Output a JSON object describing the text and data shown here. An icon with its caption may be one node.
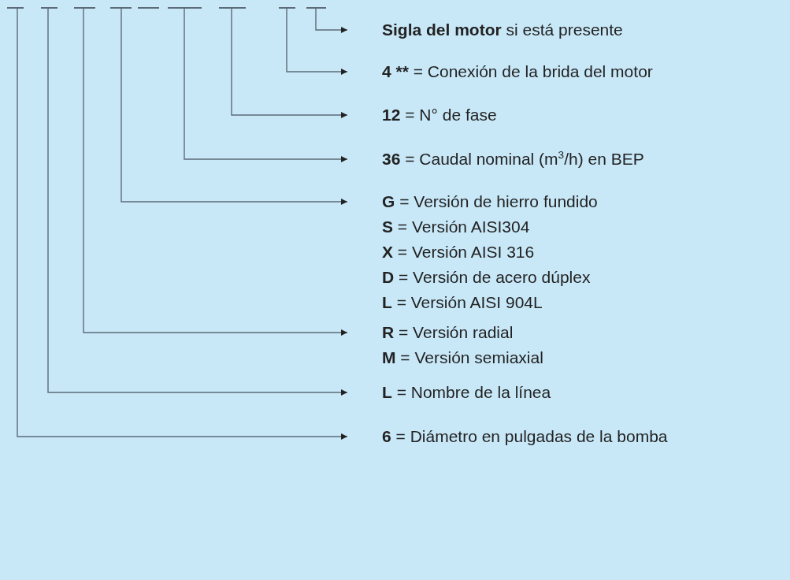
{
  "diagram": {
    "nodes": [
      {
        "text": [],
        "shape": "bar"
      },
      {
        "text": [],
        "shape": "bar"
      },
      {
        "text": [],
        "shape": "bar"
      },
      {
        "text": [],
        "shape": "bar"
      },
      {
        "text": [],
        "shape": "bar"
      },
      {
        "text": [],
        "shape": "bar"
      },
      {
        "text": [],
        "shape": "bar"
      },
      {
        "text": [],
        "shape": "bar"
      },
      {
        "text": [],
        "shape": "bar"
      },
      {
        "text": [
          "Sigla del motor",
          "si está presente"
        ]
      },
      {
        "text": [
          "4 **",
          "= Conexión de la brida del motor"
        ]
      },
      {
        "text": [
          "12",
          "= N° de fase"
        ]
      },
      {
        "text": [
          "36",
          "= Caudal nominal (m$^{3}$/h) en BEP"
        ]
      },
      {
        "text": [
          "G",
          "= Versión de hierro fundido",
          "S",
          "= Versión AISI304",
          "X",
          "= Versión AISI 316",
          "D",
          "= Versión de acero dúplex",
          "L",
          "= Versión AISI 904L"
        ]
      },
      {
        "text": [
          "R",
          "= Versión radial",
          "M",
          "= Versión semiaxial"
        ]
      },
      {
        "text": [
          "L",
          "= Nombre de la línea"
        ]
      },
      {
        "text": [
          "6",
          "= Diámetro en pulgadas de la bomba"
        ]
      }
    ],
    "edges": [
      {
        "from": 8,
        "to": 9,
        "arrow": "to"
      },
      {
        "from": 7,
        "to": 10,
        "arrow": "to"
      },
      {
        "from": 6,
        "to": 11,
        "arrow": "to"
      },
      {
        "from": 5,
        "to": 12,
        "arrow": "to"
      },
      {
        "from": 3,
        "to": 13,
        "arrow": "to"
      },
      {
        "from": 2,
        "to": 14,
        "arrow": "to"
      },
      {
        "from": 1,
        "to": 15,
        "arrow": "to"
      },
      {
        "from": 0,
        "to": 16,
        "arrow": "to"
      }
    ]
  }
}
